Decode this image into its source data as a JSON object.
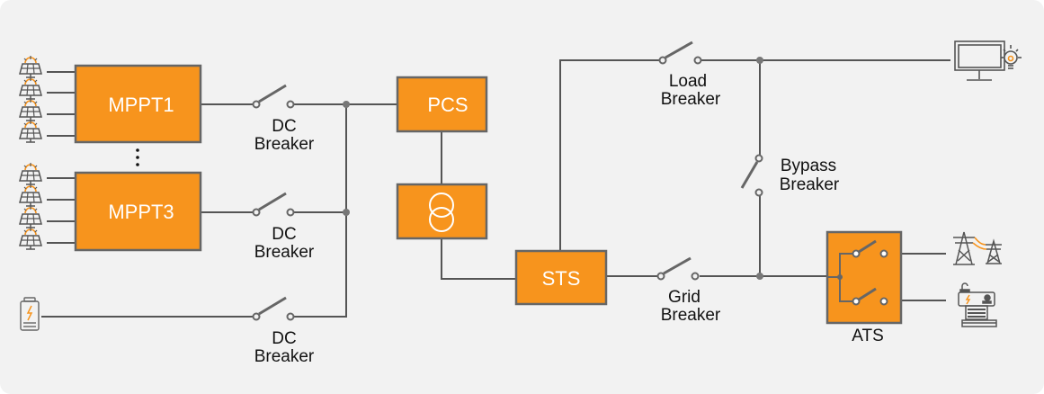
{
  "diagram": {
    "title": "",
    "colors": {
      "background": "#f2f2f2",
      "box_fill": "#f7941d",
      "box_border": "#666666",
      "wire": "#555555",
      "accent": "#f7941d"
    },
    "blocks": {
      "mppt1": "MPPT1",
      "mppt3": "MPPT3",
      "pcs": "PCS",
      "transformer_icon": "transformer-icon",
      "sts": "STS",
      "ats": "ATS"
    },
    "ellipsis": "⋮",
    "breakers": {
      "dc1": {
        "line1": "DC",
        "line2": "Breaker"
      },
      "dc2": {
        "line1": "DC",
        "line2": "Breaker"
      },
      "dc3": {
        "line1": "DC",
        "line2": "Breaker"
      },
      "load": {
        "line1": "Load",
        "line2": "Breaker"
      },
      "bypass": {
        "line1": "Bypass",
        "line2": "Breaker"
      },
      "grid": {
        "line1": "Grid",
        "line2": "Breaker"
      }
    },
    "icons": {
      "pv": "solar-panel-icon",
      "battery": "battery-icon",
      "load": "monitor-lightbulb-icon",
      "grid": "transmission-tower-icon",
      "generator": "generator-icon"
    }
  }
}
